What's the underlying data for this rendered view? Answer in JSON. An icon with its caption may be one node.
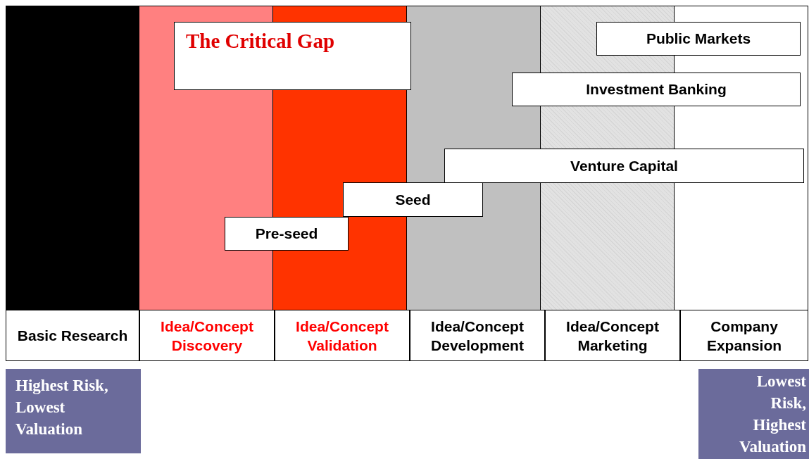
{
  "diagram": {
    "nodes": [
      {
        "text": [
          "The Critical Gap"
        ]
      },
      {
        "text": [
          "Public Markets"
        ]
      },
      {
        "text": [
          "Investment Banking"
        ]
      },
      {
        "text": [
          "Venture Capital"
        ]
      },
      {
        "text": [
          "Seed"
        ]
      },
      {
        "text": [
          "Pre-seed"
        ]
      },
      {
        "text": [
          "Basic Research"
        ]
      },
      {
        "text": [
          "Idea/Concept Discovery"
        ]
      },
      {
        "text": [
          "Idea/Concept Validation"
        ]
      },
      {
        "text": [
          "Idea/Concept Development"
        ]
      },
      {
        "text": [
          "Idea/Concept Marketing"
        ]
      },
      {
        "text": [
          "Company Expansion"
        ]
      },
      {
        "text": [
          "Highest Risk, Lowest Valuation"
        ]
      },
      {
        "text": [
          "Lowest Risk, Highest Valuation"
        ]
      }
    ],
    "edges": []
  }
}
